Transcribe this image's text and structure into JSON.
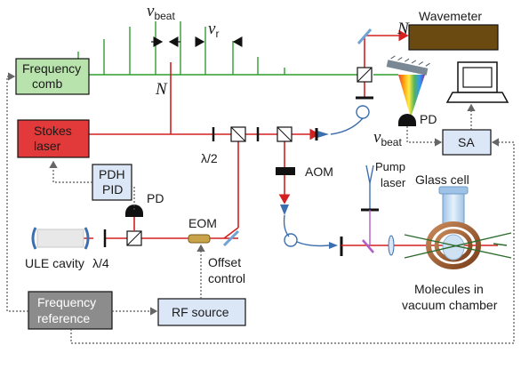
{
  "boxes": {
    "frequency_comb": [
      "Frequency",
      "comb"
    ],
    "stokes_laser": [
      "Stokes",
      "laser"
    ],
    "pdh_pid": [
      "PDH",
      "PID"
    ],
    "frequency_reference": [
      "Frequency",
      "reference"
    ],
    "rf_source": "RF source",
    "wavemeter": "Wavemeter",
    "sa": "SA"
  },
  "labels": {
    "v_beat_top_main": "v",
    "v_beat_top_sub": "beat",
    "v_r_main": "v",
    "v_r_sub": "r",
    "n_top": "N",
    "n_comb": "N",
    "v_beat_sa_main": "v",
    "v_beat_sa_sub": "beat",
    "half_wave": "λ/2",
    "quarter_wave": "λ/4",
    "pd_grating": "PD",
    "pd_ule": "PD",
    "aom": "AOM",
    "pump_laser": [
      "Pump",
      "laser"
    ],
    "glass_cell": "Glass cell",
    "eom": "EOM",
    "ule_cavity": "ULE cavity",
    "offset_control": [
      "Offset",
      "control"
    ],
    "molecules": [
      "Molecules in",
      "vacuum chamber"
    ]
  },
  "colors": {
    "comb_green": "#2f9e2f",
    "beam_red": "#d42020",
    "stokes_box": "#e23a3a",
    "comb_box": "#b9e3ad",
    "reference_box": "#8c8c8c",
    "rf_box": "#dbe6f6",
    "wavemeter_box": "#6b4a12",
    "fiber_blue": "#3d6fae"
  }
}
